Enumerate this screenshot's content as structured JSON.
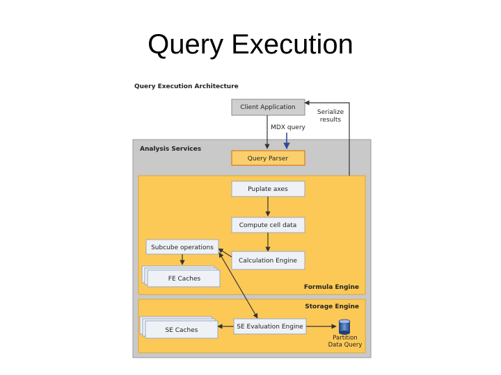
{
  "slide": {
    "title": "Query Execution"
  },
  "diagram": {
    "heading": "Query Execution Architecture",
    "client_application": "Client Application",
    "serialize_line1": "Serialize",
    "serialize_line2": "results",
    "mdx_query": "MDX query",
    "analysis_services": "Analysis Services",
    "query_parser": "Query Parser",
    "populate_axes": "Puplate axes",
    "compute_cell_data": "Compute cell data",
    "subcube_operations": "Subcube operations",
    "calculation_engine": "Calculation Engine",
    "fe_caches": "FE Caches",
    "formula_engine": "Formula Engine",
    "storage_engine": "Storage Engine",
    "se_caches": "SE Caches",
    "se_evaluation_engine": "SE Evaluation Engine",
    "partition_line1": "Partition",
    "partition_line2": "Data Query"
  },
  "colors": {
    "panel_gray": "#c9c9c9",
    "engine_yellow": "#fdc956",
    "parser_orange": "#fbcf6b",
    "box_fill": "#eef1f6",
    "mdx_arrow_blue": "#2f4a9c"
  }
}
